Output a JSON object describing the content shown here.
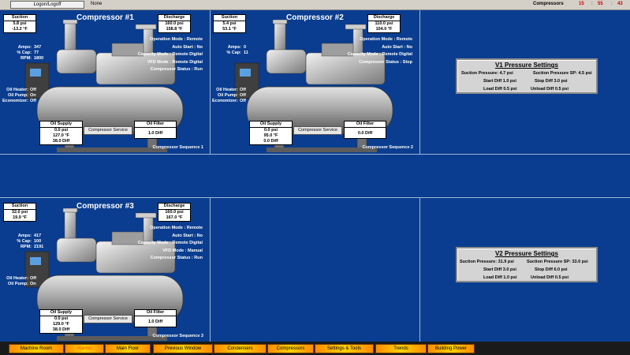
{
  "topbar": {
    "logon_label": "Logon/Logoff",
    "user": "None",
    "app_name": "Compressors",
    "clock": {
      "hour": "15",
      "minute": "55",
      "second": "43",
      "separator": ":"
    }
  },
  "compressors": [
    {
      "title": "Compressor #1",
      "suction": {
        "label": "Suction",
        "pressure": "5.8 psi",
        "temp": "-13.2 °F"
      },
      "discharge": {
        "label": "Discharge",
        "pressure": "160.0 psi",
        "temp": "158.8 °F"
      },
      "metrics": [
        {
          "label": "Amps:",
          "value": "347"
        },
        {
          "label": "% Cap:",
          "value": "77"
        },
        {
          "label": "RPM:",
          "value": "1800"
        }
      ],
      "modes": [
        "Operation Mode : Remote",
        "Auto Start : No",
        "Capacity Mode : Remote Digital",
        "VFD Mode : Remote Digital",
        "Compressor Status : Run"
      ],
      "status_items": [
        {
          "label": "Oil Heater:",
          "value": "Off"
        },
        {
          "label": "Oil Pump:",
          "value": "On"
        },
        {
          "label": "Economizer:",
          "value": "Off"
        }
      ],
      "oil_supply": {
        "label": "Oil Supply",
        "pressure": "0.0 psi",
        "temp": "127.0 °F",
        "diff": "38.0 Diff"
      },
      "service_label": "Compressor Service",
      "oil_filter": {
        "label": "Oil Filter",
        "diff": "1.0 Diff"
      },
      "sequence": "Compressor Sequence 1"
    },
    {
      "title": "Compressor #2",
      "suction": {
        "label": "Suction",
        "pressure": "5.4 psi",
        "temp": "53.1 °F"
      },
      "discharge": {
        "label": "Discharge",
        "pressure": "110.0 psi",
        "temp": "104.0 °F"
      },
      "metrics": [
        {
          "label": "Amps:",
          "value": "0"
        },
        {
          "label": "% Cap:",
          "value": "11"
        }
      ],
      "modes": [
        "Operation Mode : Remote",
        "Auto Start : No",
        "Capacity Mode : Remote Digital",
        "Compressor Status : Stop"
      ],
      "status_items": [
        {
          "label": "Oil Heater:",
          "value": "Off"
        },
        {
          "label": "Oil Pump:",
          "value": "Off"
        },
        {
          "label": "Economizer:",
          "value": "Off"
        }
      ],
      "oil_supply": {
        "label": "Oil Supply",
        "pressure": "0.0 psi",
        "temp": "95.0 °F",
        "diff": "0.0 Diff"
      },
      "service_label": "Compressor Service",
      "oil_filter": {
        "label": "Oil Filter",
        "diff": "0.0 Diff"
      },
      "sequence": "Compressor Sequence 2"
    },
    {
      "title": "Compressor #3",
      "suction": {
        "label": "Suction",
        "pressure": "32.0 psi",
        "temp": "19.9 °F"
      },
      "discharge": {
        "label": "Discharge",
        "pressure": "160.0 psi",
        "temp": "167.0 °F"
      },
      "metrics": [
        {
          "label": "Amps:",
          "value": "417"
        },
        {
          "label": "% Cap:",
          "value": "100"
        },
        {
          "label": "RPM:",
          "value": "2191"
        }
      ],
      "modes": [
        "Operation Mode : Remote",
        "Auto Start : No",
        "Capacity Mode : Remote Digital",
        "VFD Mode : Manual",
        "Compressor Status : Run"
      ],
      "status_items": [
        {
          "label": "Oil Heater:",
          "value": "Off"
        },
        {
          "label": "Oil Pump:",
          "value": "On"
        }
      ],
      "oil_supply": {
        "label": "Oil Supply",
        "pressure": "0.0 psi",
        "temp": "129.0 °F",
        "diff": "38.0 Diff"
      },
      "service_label": "Compressor Service",
      "oil_filter": {
        "label": "Oil Filter",
        "diff": "1.0 Diff"
      },
      "sequence": "Compressor Sequence 3"
    }
  ],
  "pressure_settings": [
    {
      "title": "V1 Pressure Settings",
      "suction_pressure": "Suction Pressure: 4.7 psi",
      "suction_sp": "Suction Pressure SP: 4.5 psi",
      "start_diff": "Start Diff 1.0 psi",
      "stop_diff": "Stop Diff 3.0 psi",
      "load_diff": "Load Diff 0.5 psi",
      "unload_diff": "Unload Diff 0.5 psi"
    },
    {
      "title": "V2 Pressure Settings",
      "suction_pressure": "Suction Pressure: 31.9 psi",
      "suction_sp": "Suction Pressure SP: 33.0 psi",
      "start_diff": "Start Diff 3.0 psi",
      "stop_diff": "Stop Diff 6.0 psi",
      "load_diff": "Load Diff 1.0 psi",
      "unload_diff": "Unload Diff 0.5 psi"
    }
  ],
  "nav": [
    {
      "label": "Machine Room",
      "active": false
    },
    {
      "label": "Alarms",
      "active": true
    },
    {
      "label": "Main Floor",
      "active": false
    },
    {
      "label": "Previous Window",
      "active": false
    },
    {
      "label": "Condensers",
      "active": false
    },
    {
      "label": "Compressors",
      "active": false
    },
    {
      "label": "Settings & Tools",
      "active": false
    },
    {
      "label": "Trends",
      "active": false
    },
    {
      "label": "Building Power",
      "active": false
    }
  ],
  "colors": {
    "background": "#0a3d8f",
    "clock": "#cc0000",
    "nav_gradient": "#ffd200"
  }
}
